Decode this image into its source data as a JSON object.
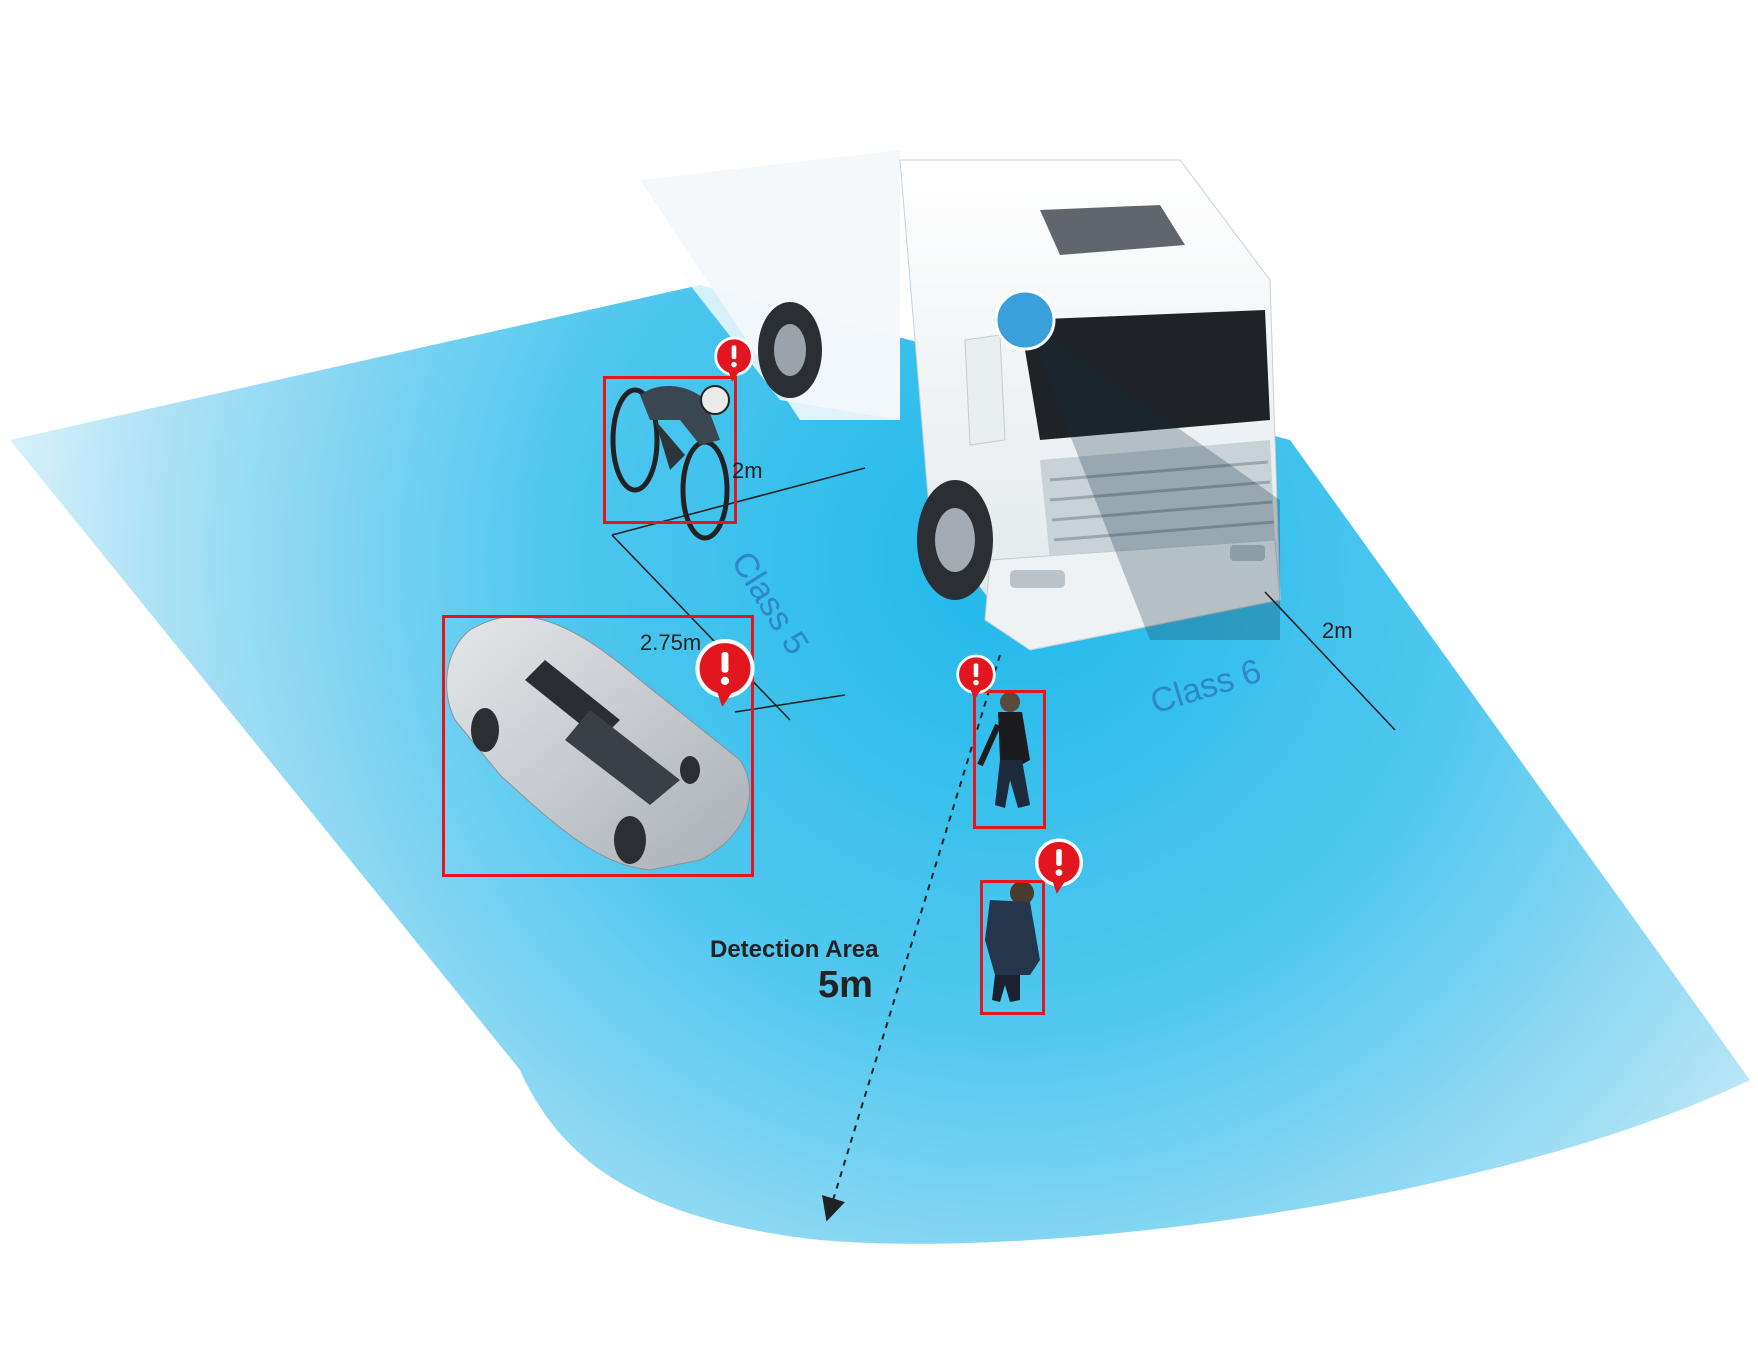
{
  "labels": {
    "cyclist_distance": "2m",
    "car_distance": "2.75m",
    "right_distance": "2m",
    "class5": "Class 5",
    "class6": "Class 6",
    "detection_title": "Detection Area",
    "detection_value": "5m"
  },
  "icons": {
    "alert": "exclamation-alert-icon",
    "sensor": "camera-sensor-icon"
  },
  "colors": {
    "area": "#4cc3ec",
    "box": "#e3161f",
    "sensor": "#3aa0dc",
    "zone_text": "#2f86c8"
  }
}
